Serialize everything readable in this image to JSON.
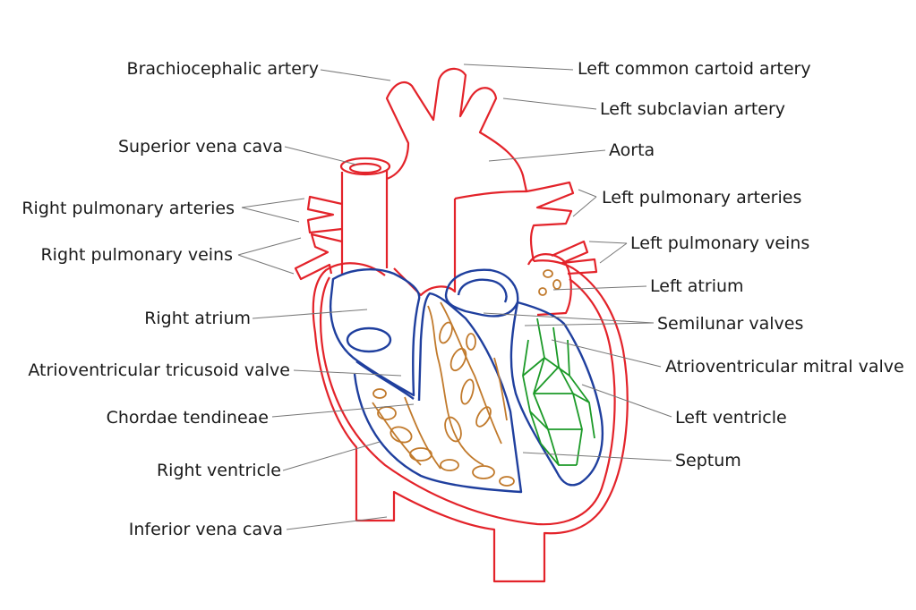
{
  "labels": {
    "brachiocephalic_artery": "Brachiocephalic artery",
    "left_common_carotid_artery": "Left common cartoid artery",
    "left_subclavian_artery": "Left subclavian artery",
    "superior_vena_cava": "Superior vena cava",
    "aorta": "Aorta",
    "right_pulmonary_arteries": "Right pulmonary arteries",
    "left_pulmonary_arteries": "Left pulmonary arteries",
    "right_pulmonary_veins": "Right pulmonary veins",
    "left_pulmonary_veins": "Left pulmonary veins",
    "left_atrium": "Left atrium",
    "right_atrium": "Right atrium",
    "semilunar_valves": "Semilunar valves",
    "atrioventricular_tricuspid_valve": "Atrioventricular tricusoid valve",
    "atrioventricular_mitral_valve": "Atrioventricular mitral valve",
    "chordae_tendineae": "Chordae tendineae",
    "left_ventricle": "Left ventricle",
    "right_ventricle": "Right ventricle",
    "septum": "Septum",
    "inferior_vena_cava": "Inferior vena cava"
  },
  "colors": {
    "heart_outline": "#e3232a",
    "chamber_outline": "#1f3f9e",
    "right_muscle": "#c17a2c",
    "left_muscle": "#1c9a28",
    "leader_lines": "#777777"
  }
}
